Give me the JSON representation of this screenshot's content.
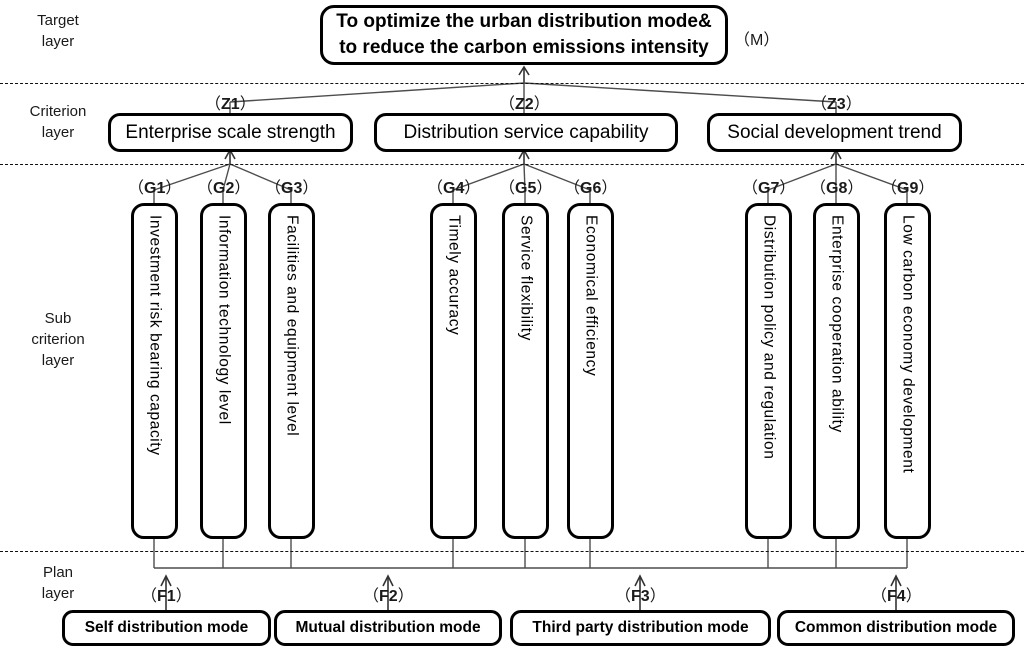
{
  "layers": [
    {
      "name": "Target layer",
      "text": "Target\nlayer"
    },
    {
      "name": "Criterion layer",
      "text": "Criterion\nlayer"
    },
    {
      "name": "Sub criterion layer",
      "text": "Sub\ncriterion\nlayer"
    },
    {
      "name": "Plan layer",
      "text": "Plan\nlayer"
    }
  ],
  "target": {
    "code": "M",
    "line1": "To optimize the urban distribution mode&",
    "line2": "to reduce the carbon emissions intensity"
  },
  "criteria": [
    {
      "code": "Z1",
      "label": "Enterprise scale strength"
    },
    {
      "code": "Z2",
      "label": "Distribution service capability"
    },
    {
      "code": "Z3",
      "label": "Social development trend"
    }
  ],
  "subcriteria": [
    {
      "code": "G1",
      "label": "Investment risk bearing capacity"
    },
    {
      "code": "G2",
      "label": "Information technology level"
    },
    {
      "code": "G3",
      "label": "Facilities and equipment level"
    },
    {
      "code": "G4",
      "label": "Timely accuracy"
    },
    {
      "code": "G5",
      "label": "Service flexibility"
    },
    {
      "code": "G6",
      "label": "Economical efficiency"
    },
    {
      "code": "G7",
      "label": "Distribution policy and regulation"
    },
    {
      "code": "G8",
      "label": "Enterprise cooperation ability"
    },
    {
      "code": "G9",
      "label": "Low carbon economy development"
    }
  ],
  "plans": [
    {
      "code": "F1",
      "label": "Self distribution mode"
    },
    {
      "code": "F2",
      "label": "Mutual distribution mode"
    },
    {
      "code": "F3",
      "label": "Third party distribution mode"
    },
    {
      "code": "F4",
      "label": "Common distribution mode"
    }
  ],
  "parens": {
    "open": "（",
    "close": "）"
  },
  "colors": {
    "box_border": "#000000",
    "background": "#ffffff",
    "text": "#000000",
    "label_text": "#1a1a1a",
    "wire": "#4d4d4d",
    "divider": "#111111"
  }
}
